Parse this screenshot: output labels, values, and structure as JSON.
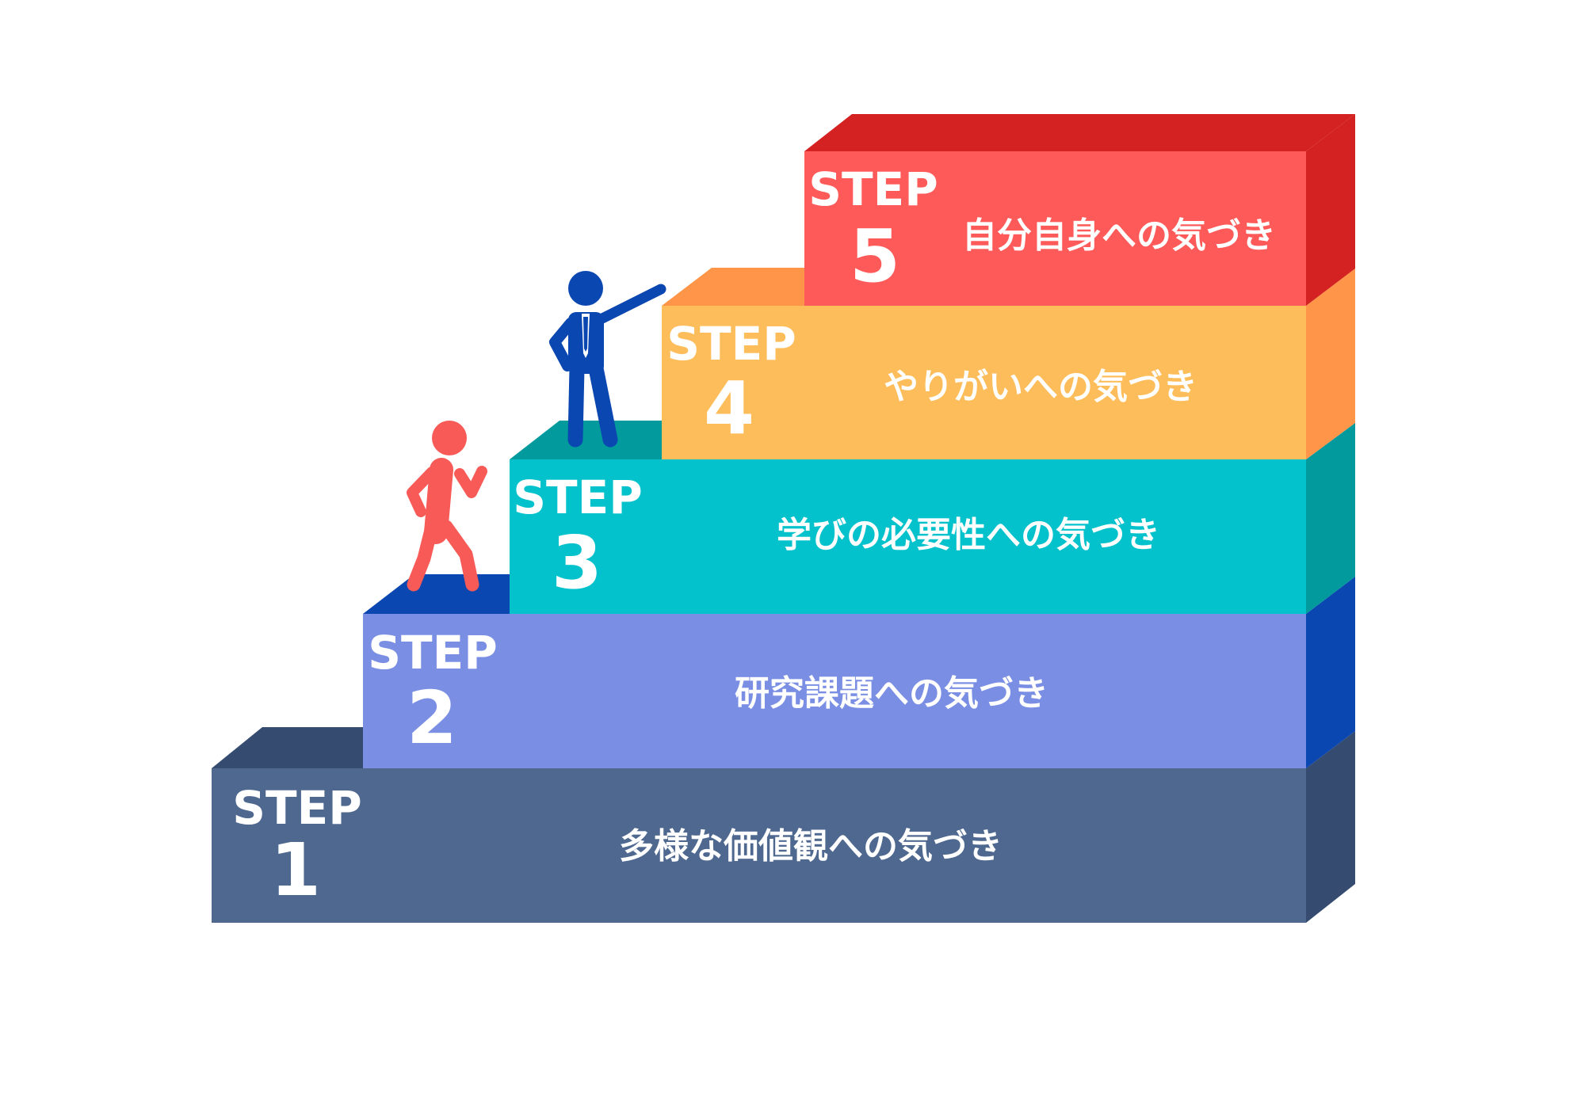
{
  "diagram": {
    "type": "staircase",
    "steps": [
      {
        "word": "STEP",
        "number": "1",
        "label": "多様な価値観への気づき",
        "colors": {
          "front": "#4f6890",
          "top": "#354b6f",
          "side": "#354b6f"
        }
      },
      {
        "word": "STEP",
        "number": "2",
        "label": "研究課題への気づき",
        "colors": {
          "front": "#7a8ee4",
          "top": "#0b47b0",
          "side": "#0b47b0"
        }
      },
      {
        "word": "STEP",
        "number": "3",
        "label": "学びの必要性への気づき",
        "colors": {
          "front": "#03c2cc",
          "top": "#029a9d",
          "side": "#029a9d"
        }
      },
      {
        "word": "STEP",
        "number": "4",
        "label": "やりがいへの気づき",
        "colors": {
          "front": "#fdbd5a",
          "top": "#fe9548",
          "side": "#fe9548"
        }
      },
      {
        "word": "STEP",
        "number": "5",
        "label": "自分自身への気づき",
        "colors": {
          "front": "#fe5a59",
          "top": "#d42121",
          "side": "#d42121"
        }
      }
    ],
    "figures": [
      {
        "name": "walking-person-icon",
        "color": "#f85b57"
      },
      {
        "name": "pointing-businessman-icon",
        "color": "#0b47b0"
      }
    ]
  }
}
